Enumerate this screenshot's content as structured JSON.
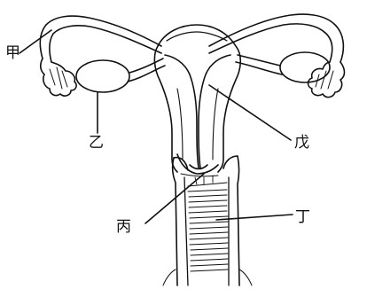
{
  "labels": {
    "jia": "甲",
    "yi": "乙",
    "bing": "丙",
    "ding": "丁",
    "wu": "戊"
  },
  "colors": {
    "ink": "#111111",
    "background": "#ffffff"
  }
}
